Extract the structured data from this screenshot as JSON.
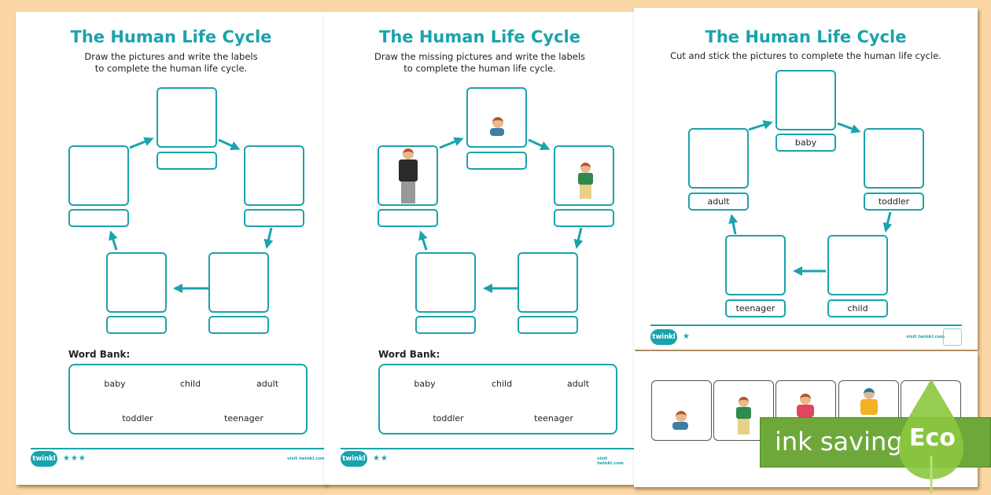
{
  "pages": [
    {
      "title": "The Human Life Cycle",
      "subtitle_line1": "Draw the pictures and write the labels",
      "subtitle_line2": "to complete the human life cycle.",
      "word_bank_title": "Word Bank:",
      "words": [
        "baby",
        "child",
        "adult",
        "toddler",
        "teenager"
      ],
      "logo": "twinkl",
      "stars": "★★★",
      "visit": "visit twinkl.com"
    },
    {
      "title": "The Human Life Cycle",
      "subtitle_line1": "Draw the missing pictures and write the labels",
      "subtitle_line2": "to complete the human life cycle.",
      "word_bank_title": "Word Bank:",
      "words": [
        "baby",
        "child",
        "adult",
        "toddler",
        "teenager"
      ],
      "logo": "twinkl",
      "stars": "★★",
      "visit": "visit twinkl.com"
    },
    {
      "title": "The Human Life Cycle",
      "subtitle_line1": "Cut and stick the pictures to complete the human life cycle.",
      "labels": [
        "baby",
        "toddler",
        "child",
        "teenager",
        "adult"
      ],
      "logo": "twinkl",
      "stars": "★",
      "visit": "visit twinkl.com"
    }
  ],
  "eco_badge": {
    "text": "ink saving",
    "leaf_text": "Eco"
  },
  "colors": {
    "teal": "#1aa3ad",
    "background": "#fcd7a6",
    "eco_green": "#6fa83a"
  }
}
